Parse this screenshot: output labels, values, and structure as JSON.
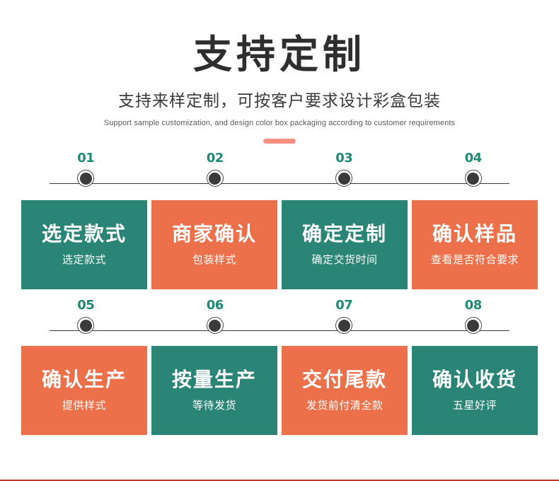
{
  "header": {
    "title": "支持定制",
    "subtitle_cn": "支持来样定制，可按客户要求设计彩盒包装",
    "subtitle_en": "Support sample customization, and design color box packaging according to customer requirements"
  },
  "colors": {
    "teal": "#2a8576",
    "orange": "#ec7049",
    "accent_bar": "#f79080",
    "number_teal": "#1f8a74",
    "title_dark": "#2e2e2e",
    "bottom_rule": "#c0392b"
  },
  "timeline_row1": [
    {
      "number": "01"
    },
    {
      "number": "02"
    },
    {
      "number": "03"
    },
    {
      "number": "04"
    }
  ],
  "timeline_row2": [
    {
      "number": "05"
    },
    {
      "number": "06"
    },
    {
      "number": "07"
    },
    {
      "number": "08"
    }
  ],
  "cards_row1": [
    {
      "title": "选定款式",
      "sub": "选定款式",
      "color": "#2a8576"
    },
    {
      "title": "商家确认",
      "sub": "包装样式",
      "color": "#ec7049"
    },
    {
      "title": "确定定制",
      "sub": "确定交货时间",
      "color": "#2a8576"
    },
    {
      "title": "确认样品",
      "sub": "查看是否符合要求",
      "color": "#ec7049"
    }
  ],
  "cards_row2": [
    {
      "title": "确认生产",
      "sub": "提供样式",
      "color": "#ec7049"
    },
    {
      "title": "按量生产",
      "sub": "等待发货",
      "color": "#2a8576"
    },
    {
      "title": "交付尾款",
      "sub": "发货前付清全款",
      "color": "#ec7049"
    },
    {
      "title": "确认收货",
      "sub": "五星好评",
      "color": "#2a8576"
    }
  ]
}
